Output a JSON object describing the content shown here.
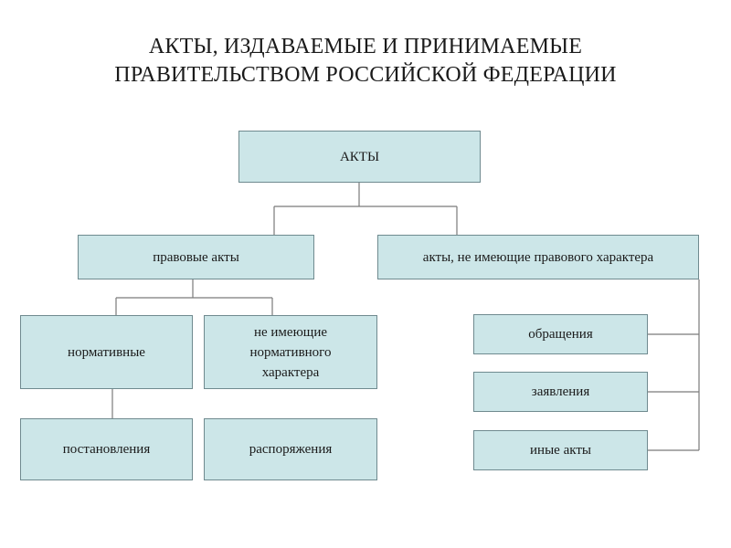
{
  "title": {
    "line1": "АКТЫ, ИЗДАВАЕМЫЕ И ПРИНИМАЕМЫЕ",
    "line2": "ПРАВИТЕЛЬСТВОМ РОССИЙСКОЙ ФЕДЕРАЦИИ"
  },
  "nodes": {
    "root": "АКТЫ",
    "legal": "правовые акты",
    "nonlegal": "акты, не имеющие правового характера",
    "normative": "нормативные",
    "nonnormative": "не имеющие нормативного характера",
    "resolutions": "постановления",
    "orders": "распоряжения",
    "appeals": "обращения",
    "statements": "заявления",
    "other": "иные акты"
  },
  "colors": {
    "box_fill": "#cce6e8",
    "box_border": "#6f8a8f",
    "connector": "#7a7a7a"
  }
}
